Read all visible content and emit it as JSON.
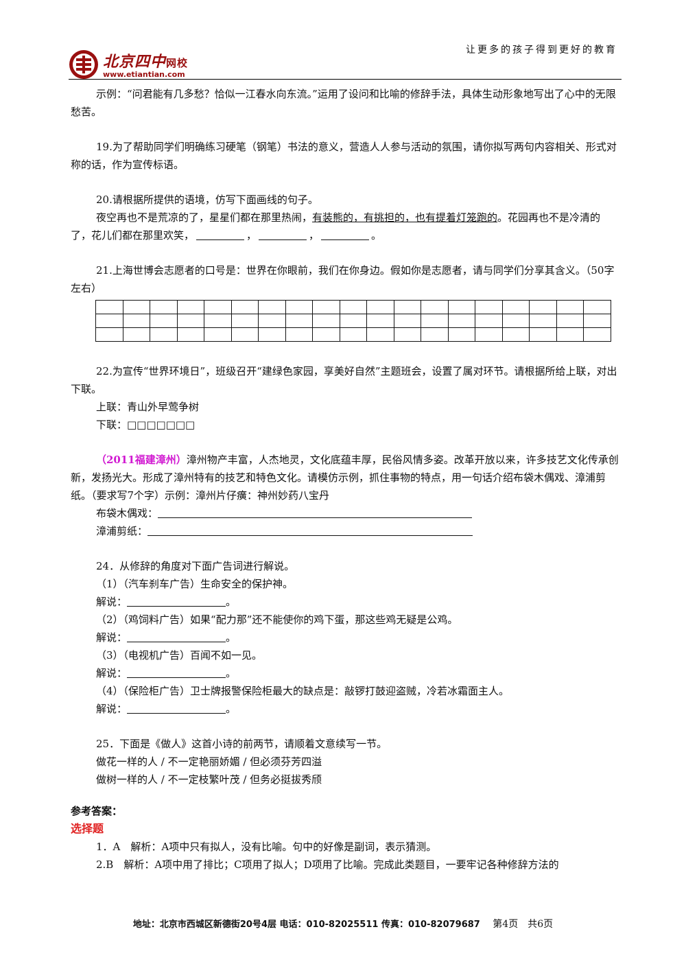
{
  "header": {
    "logo_cn": "北京四中",
    "logo_net": "网校",
    "logo_url": "www.etiantian.com",
    "slogan": "让更多的孩子得到更好的教育"
  },
  "example": {
    "line": "示例：“问君能有几多愁？恰似一江春水向东流。”运用了设问和比喻的修辞手法，具体生动形象地写出了心中的无限愁苦。"
  },
  "q19": {
    "text": "19.为了帮助同学们明确练习硬笔（钢笔）书法的意义，营造人人参与活动的氛围，请你拟写两句内容相关、形式对称的话，作为宣传标语。"
  },
  "q20": {
    "title": "20.请根据所提供的语境，仿写下面画线的句子。",
    "before": "夜空再也不是荒凉的了，星星们都在那里热闹，",
    "underlined": "有装熊的，有挑担的，也有提着灯笼跑的",
    "after": "。花园再也不是冷清的了，花儿们都在那里欢笑，",
    "sep1": "，",
    "sep2": "，",
    "end": "。"
  },
  "q21": {
    "text": "21.上海世博会志愿者的口号是：世界在你眼前，我们在你身边。假如你是志愿者，请与同学们分享其含义。（50字左右）"
  },
  "q22": {
    "text": "22.为宣传“世界环境日”，班级召开“建绿色家园，享美好自然”主题班会，设置了属对环节。请根据所给上联，对出下联。",
    "upper": "上联：青山外早莺争树",
    "lower": "下联：□□□□□□□"
  },
  "q23": {
    "tag": "（2011福建漳州）",
    "text": "漳州物产丰富，人杰地灵，文化底蕴丰厚，民俗风情多姿。改革开放以来，许多技艺文化传承创新，发扬光大。形成了漳州特有的技艺和特色文化。请模仿示例，抓住事物的特点，用一句话介绍布袋木偶戏、漳浦剪纸。（要求写7个字）示例：漳州片仔癀：神州妙药八宝丹",
    "item1": "布袋木偶戏：",
    "item2": "漳浦剪纸："
  },
  "q24": {
    "title": "24．从修辞的角度对下面广告词进行解说。",
    "items": [
      "（1）（汽车刹车广告）生命安全的保护神。",
      "（2）（鸡饲料广告）如果“配力那”还不能使你的鸡下蛋，那这些鸡无疑是公鸡。",
      "（3）（电视机广告）百闻不如一见。",
      "（4）（保险柜广告）卫士牌报警保险柜最大的缺点是：敲锣打鼓迎盗贼，冷若冰霜面主人。"
    ],
    "explain_label": "解说：",
    "explain_end": "。"
  },
  "q25": {
    "title": "25．下面是《做人》这首小诗的前两节，请顺着文意续写一节。",
    "line1": "做花一样的人 / 不一定艳丽娇媚 / 但必须芬芳四溢",
    "line2": "做树一样的人 / 不一定枝繁叶茂 / 但务必挺拔秀颀"
  },
  "answers": {
    "heading": "参考答案：",
    "section": "选择题",
    "a1": "1．A　解析：A项中只有拟人，没有比喻。句中的好像是副词，表示猜测。",
    "a2": "2.B　解析：A项中用了排比；C项用了拟人；D项用了比喻。完成此类题目，一要牢记各种修辞方法的"
  },
  "footer": {
    "address": "地址：北京市西城区新德街20号4层 电话：010-82025511 传真：010-82079687",
    "page": "第4页　共6页"
  },
  "colors": {
    "logo": "#9a1010",
    "tag": "#d11ad1",
    "section": "#e02020"
  }
}
